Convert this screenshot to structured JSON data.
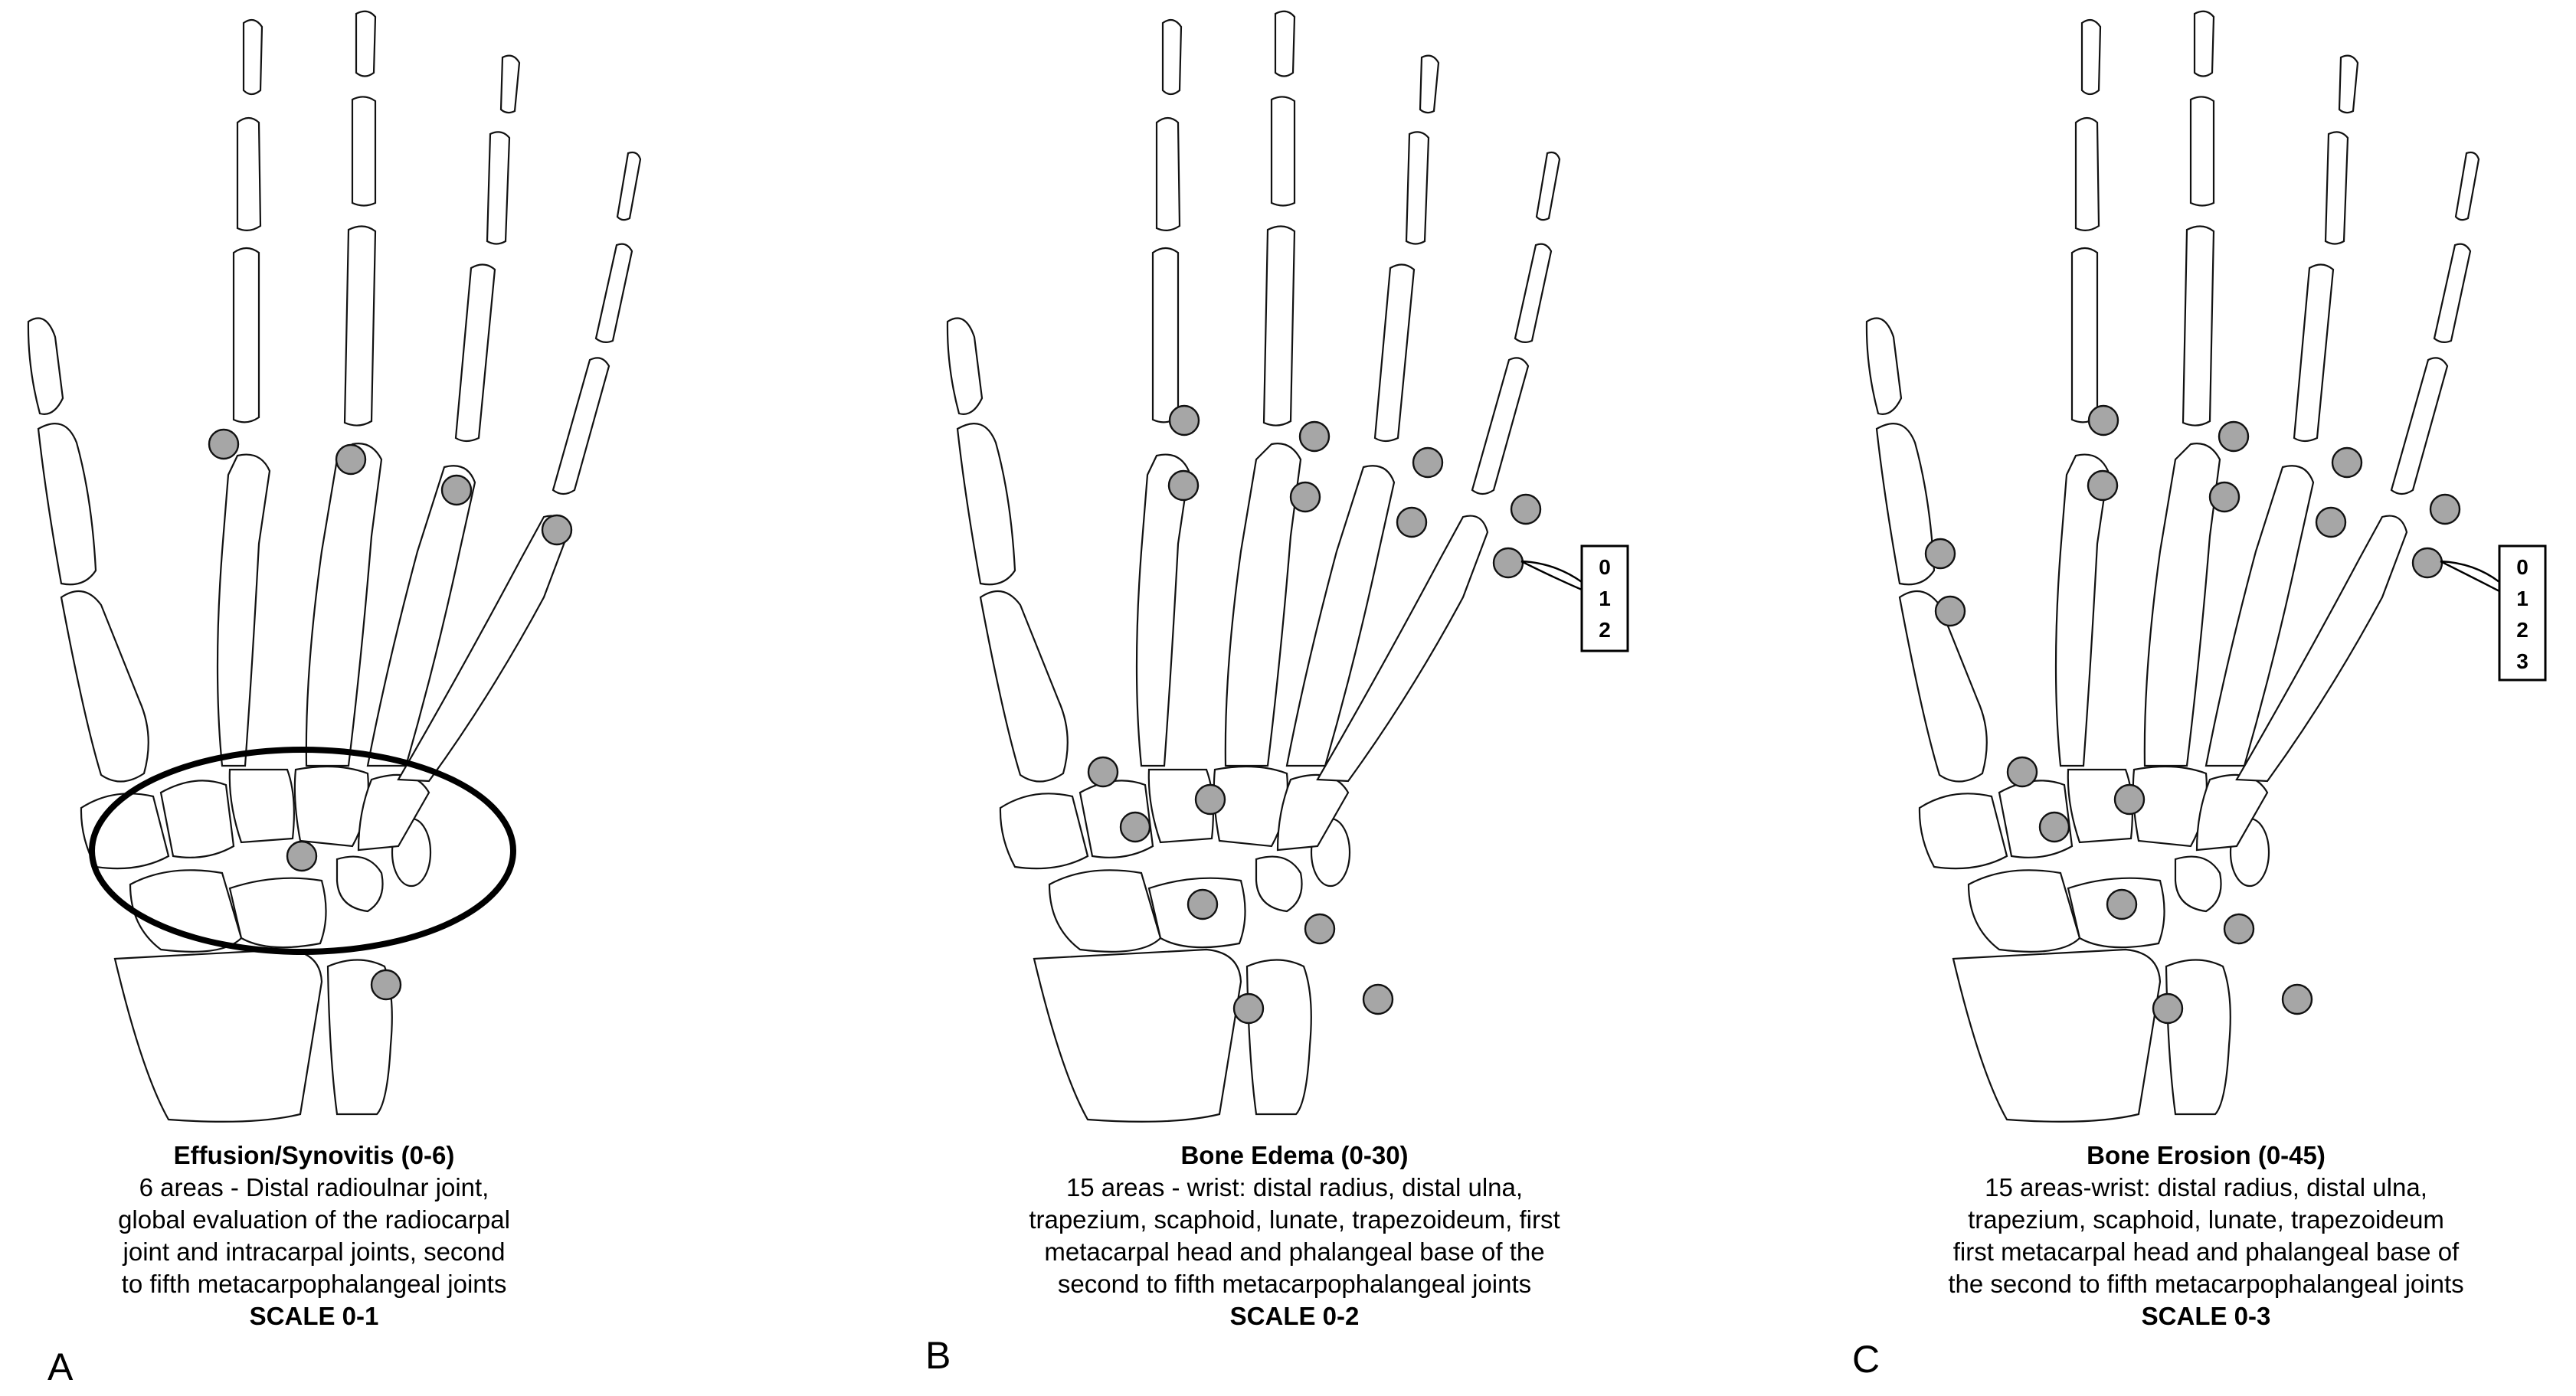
{
  "panels": [
    {
      "letter": "A",
      "title": "Effusion/Synovitis (0-6)",
      "lines": [
        "6 areas - Distal radioulnar joint,",
        "global evaluation of the radiocarpal",
        "joint and intracarpal joints, second",
        "to fifth metacarpophalangeal joints"
      ],
      "scale": "SCALE 0-1"
    },
    {
      "letter": "B",
      "title": "Bone Edema (0-30)",
      "lines": [
        "15 areas - wrist: distal radius, distal ulna,",
        "trapezium, scaphoid, lunate, trapezoideum, first",
        "metacarpal head and phalangeal base of the",
        "second to fifth metacarpophalangeal joints"
      ],
      "scale": "SCALE 0-2",
      "score_options": [
        "0",
        "1",
        "2"
      ]
    },
    {
      "letter": "C",
      "title": "Bone Erosion (0-45)",
      "lines": [
        "15 areas-wrist: distal radius, distal ulna,",
        "trapezium, scaphoid, lunate, trapezoideum",
        "first metacarpal head and phalangeal base of",
        "the second to  fifth metacarpophalangeal joints"
      ],
      "scale": "SCALE 0-3",
      "score_options": [
        "0",
        "1",
        "2",
        "3"
      ]
    }
  ],
  "colors": {
    "marker": "#a6a6a6",
    "outline": "#111111"
  }
}
